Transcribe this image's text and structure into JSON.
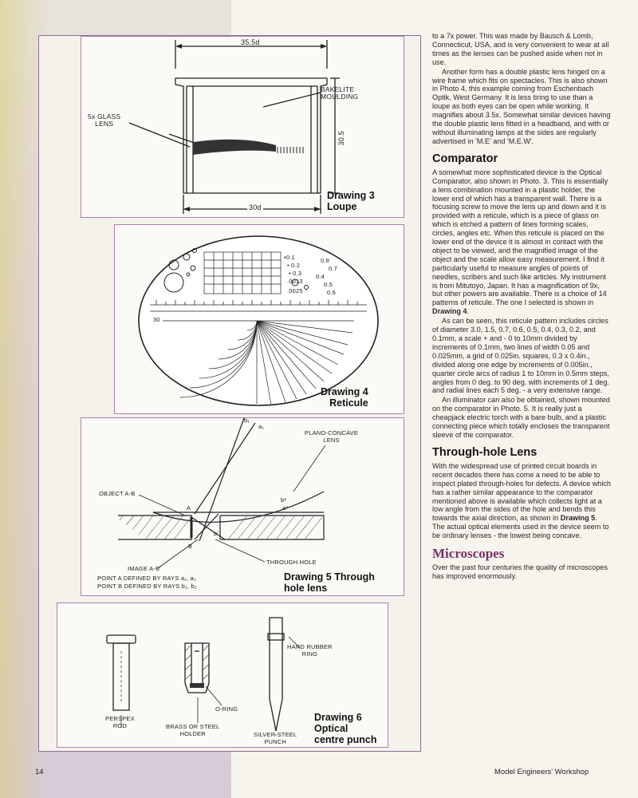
{
  "theme": {
    "accent": "#7a2e6a",
    "frame": "#a97faa",
    "panel_border": "#8d6f92"
  },
  "drawing3": {
    "caption": "Drawing 3\nLoupe",
    "dim_top": "35.5d",
    "dim_bottom": "30d",
    "dim_side": "30.5",
    "label_bakelite": "BAKELITE\nMOULDING",
    "label_glass": "5x GLASS\nLENS"
  },
  "drawing4": {
    "caption": "Drawing 4\nReticule",
    "marks": [
      "•0.1",
      "• 0.2",
      "• 0.3",
      ".0013",
      ".0025",
      "0.4",
      "0.5",
      "0.6",
      "0.7",
      "0.8",
      "30"
    ]
  },
  "drawing5": {
    "caption": "Drawing 5 Through\nhole lens",
    "label_plano": "PLANO-CONCAVE\nLENS",
    "label_object": "OBJECT A-B",
    "label_through": "THROUGH HOLE",
    "label_image": "IMAGE A-B'",
    "label_point_a": "POINT A DEFINED BY RAYS a₁, a₂",
    "label_point_b": "POINT B DEFINED BY RAYS b₁, b₂",
    "ray_b1": "b₁",
    "ray_a1": "a₁",
    "letter_a": "A",
    "letter_b": "B",
    "tag_b2": "b²",
    "tag_a2": "a²",
    "tag_b_prime": "b'"
  },
  "drawing6": {
    "caption": "Drawing 6\nOptical\ncentre punch",
    "label_hard_rubber": "HARD RUBBER\nRING",
    "label_oring": "O-RING",
    "label_perspex": "PERSPEX\nROD",
    "label_brass": "BRASS OR STEEL\nHOLDER",
    "label_silver": "SILVER STEEL\nPUNCH"
  },
  "article": {
    "p1": "to a 7x power. This was made by Bausch & Lomb, Connecticut, USA, and is very convenient to wear at all times as the lenses can be pushed aside when not in use.",
    "p2": "Another form has a double plastic lens hinged on a wire frame which fits on spectacles. This is also shown in Photo 4, this example coming from Eschenbach Optik, West Germany. It is less tiring to use than a loupe as both eyes can be open while working. It magnifies about 3.5x. Somewhat similar devices having the double plastic lens fitted in a headband, and with or without illuminating lamps at the sides are regularly advertised in 'M.E' and 'M.E.W'.",
    "h_comparator": "Comparator",
    "p3": "A somewhat more sophisticated device is the Optical Comparator, also shown in Photo. 3. This is essentially a lens combination mounted in a plastic holder, the lower end of which has a transparent wall. There is a focusing screw to move the lens up and down and it is provided with a reticule, which is a piece of glass on which is etched a pattern of lines forming scales, circles, angles etc. When this reticule is placed on the lower end of the device it is almost in contact with the object to be viewed, and the magnified image of the object and the scale allow easy measurement. I find it particularly useful to measure angles of points of needles, scribers and such like articles. My instrument is from Mitutoyo, Japan. It has a magnification of 9x, but other powers are available. There is a choice of 14 patterns of reticule. The one I selected is shown in ",
    "p3_bold": "Drawing 4",
    "p3_end": ".",
    "p4": "As can be seen, this reticule pattern includes circles of diameter 3.0, 1.5, 0.7, 0.6, 0.5, 0.4, 0.3, 0.2, and 0.1mm, a scale + and - 0 to 10mm divided by increments of 0.1mm, two lines of width 0.05 and 0.025mm, a grid of 0.025in. squares, 0.3 x 0.4in., divided along one edge by increments of 0.005in., quarter circle arcs of radius 1 to 10mm in 0.5mm steps, angles from 0 deg. to 90 deg. with increments of 1 deg. and radial lines each 5 deg. - a very extensive range.",
    "p5": "An illuminator can also be obtained, shown mounted on the comparator in Photo. 5. It is really just a cheapjack electric torch with a bare bulb, and a plastic connecting piece which totally encloses the transparent sleeve of the comparator.",
    "h_through": "Through-hole Lens",
    "p6": "With the widespread use of printed circuit boards in recent decades there has come a need to be able to inspect plated through-holes for defects. A device which has a rather similar appearance to the comparator mentioned above is available which collects light at a low angle from the sides of the hole and bends this towards the axial direction, as shown in ",
    "p6_bold": "Drawing 5",
    "p6_end": ". The actual optical elements used in the device seem to be ordinary lenses - the lowest being concave.",
    "h_micro": "Microscopes",
    "p7": "Over the past four centuries the quality of microscopes has improved enormously."
  },
  "footer": {
    "page_number": "14",
    "magazine": "Model Engineers' Workshop"
  }
}
